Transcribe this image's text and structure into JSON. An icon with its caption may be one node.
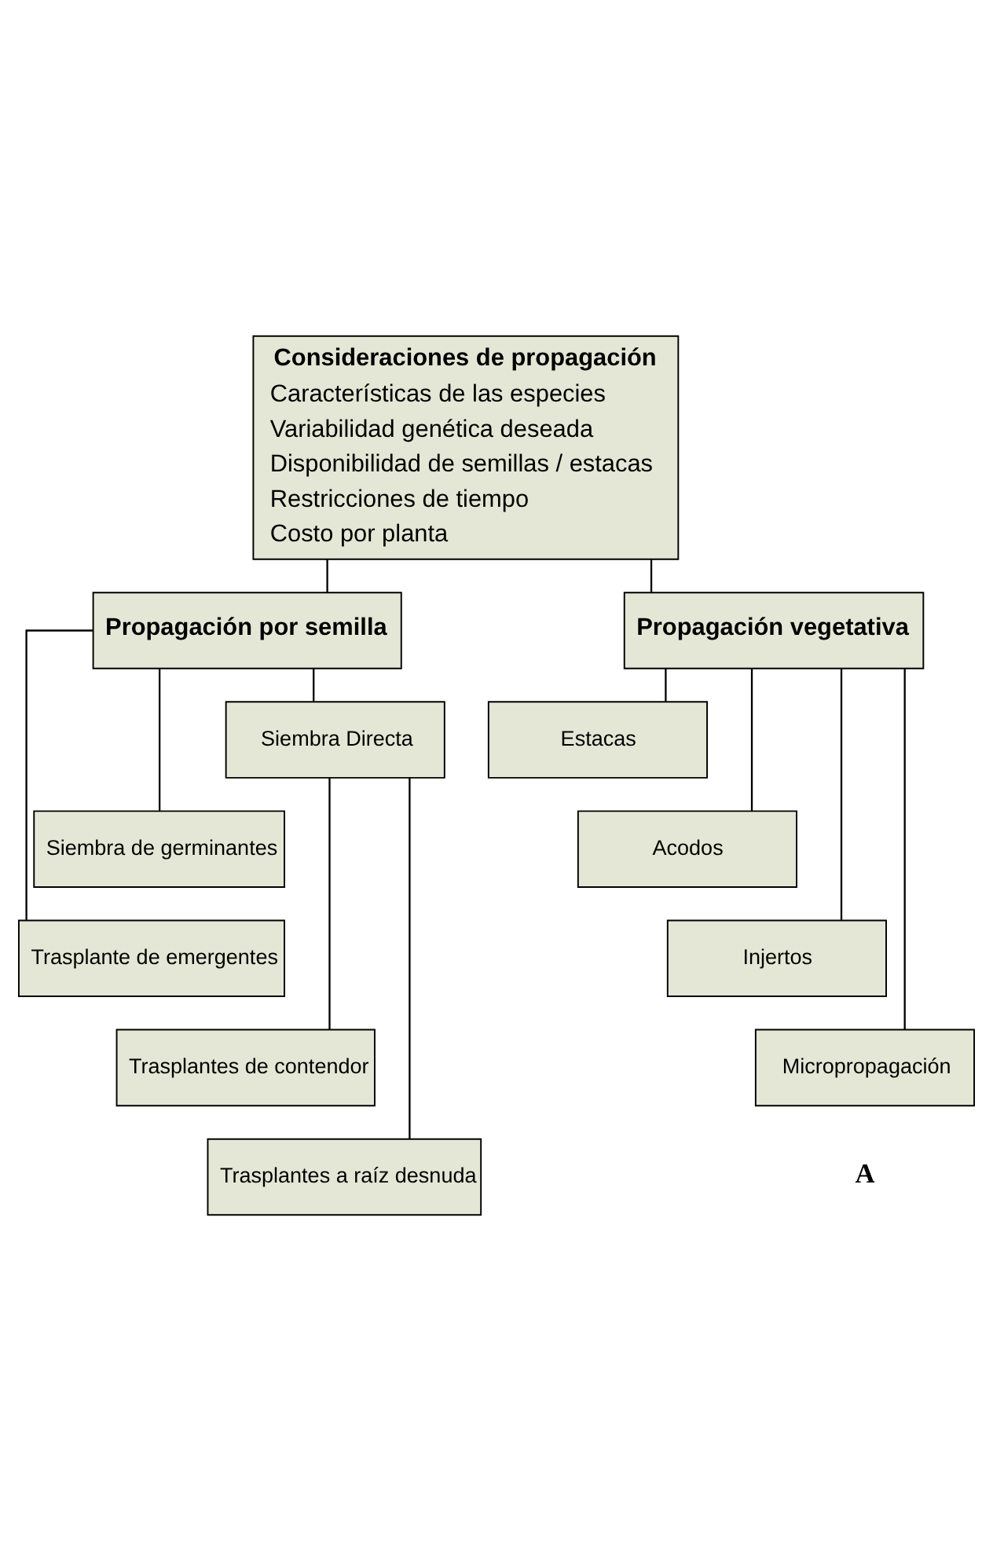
{
  "diagram": {
    "nodes": [
      {
        "text": [
          "Consideraciones de propagación",
          "Características de las especies",
          "Variabilidad genética deseada",
          "Disponibilidad de semillas / estacas",
          "Restricciones de tiempo",
          "Costo por planta"
        ]
      },
      {
        "text": [
          "Propagación por semilla"
        ]
      },
      {
        "text": [
          "Propagación vegetativa"
        ]
      },
      {
        "text": [
          "Siembra Directa"
        ]
      },
      {
        "text": [
          "Siembra de germinantes"
        ]
      },
      {
        "text": [
          "Trasplante de emergentes"
        ]
      },
      {
        "text": [
          "Trasplantes de contendor"
        ]
      },
      {
        "text": [
          "Trasplantes a raíz desnuda"
        ]
      },
      {
        "text": [
          "Estacas"
        ]
      },
      {
        "text": [
          "Acodos"
        ]
      },
      {
        "text": [
          "Injertos"
        ]
      },
      {
        "text": [
          "Micropropagación"
        ]
      }
    ],
    "edges": [
      {
        "from": 0,
        "to": 1,
        "arrow": "none"
      },
      {
        "from": 0,
        "to": 2,
        "arrow": "none"
      },
      {
        "from": 1,
        "to": 3,
        "arrow": "none"
      },
      {
        "from": 1,
        "to": 4,
        "arrow": "none"
      },
      {
        "from": 1,
        "to": 5,
        "arrow": "none"
      },
      {
        "from": 3,
        "to": 6,
        "arrow": "none"
      },
      {
        "from": 3,
        "to": 7,
        "arrow": "none"
      },
      {
        "from": 2,
        "to": 8,
        "arrow": "none"
      },
      {
        "from": 2,
        "to": 9,
        "arrow": "none"
      },
      {
        "from": 2,
        "to": 10,
        "arrow": "none"
      },
      {
        "from": 2,
        "to": 11,
        "arrow": "none"
      }
    ],
    "labels": [
      "A"
    ]
  }
}
